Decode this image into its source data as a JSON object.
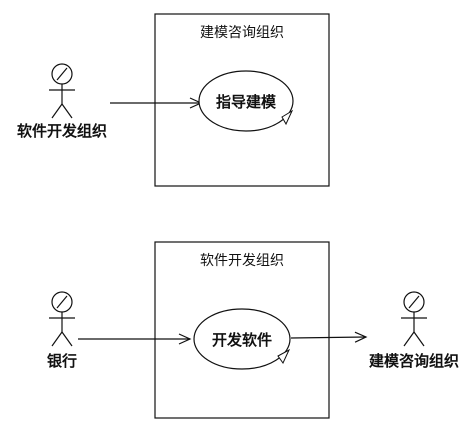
{
  "diagrams": [
    {
      "system_title": "建模咨询组织",
      "actor_left": "软件开发组织",
      "use_case": "指导建模",
      "actor_right": ""
    },
    {
      "system_title": "软件开发组织",
      "actor_left": "银行",
      "use_case": "开发软件",
      "actor_right": "建模咨询组织"
    }
  ]
}
